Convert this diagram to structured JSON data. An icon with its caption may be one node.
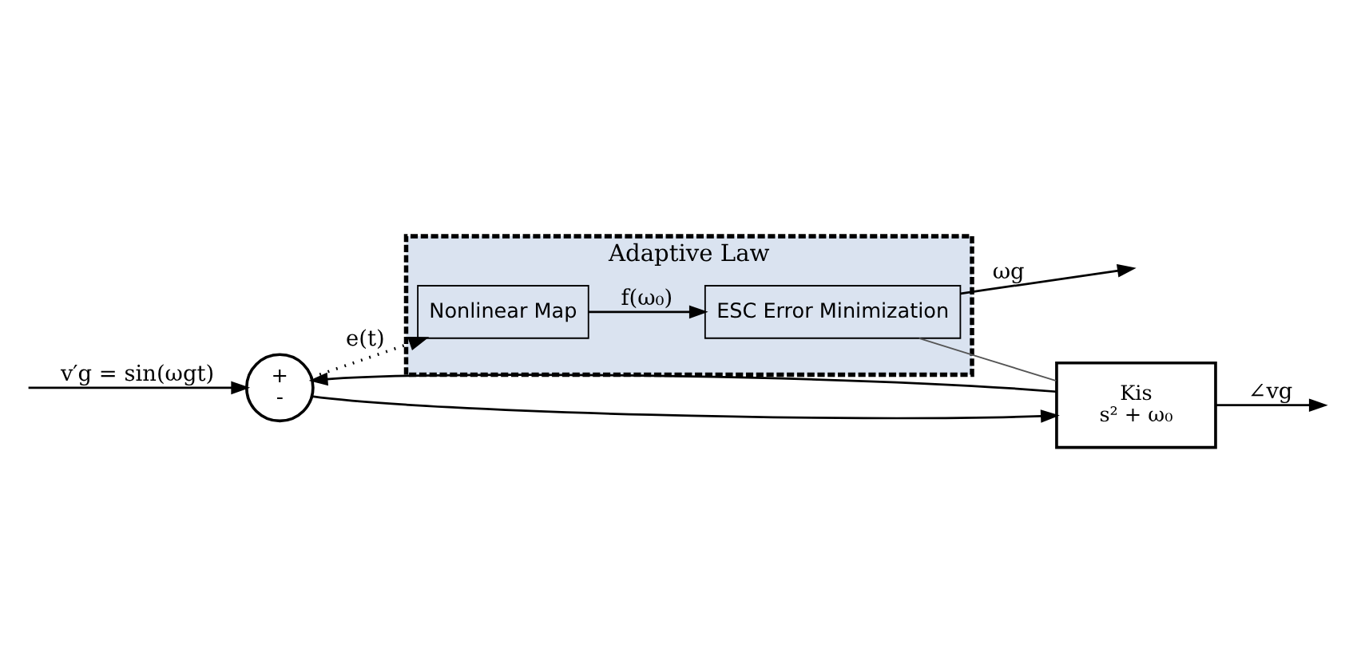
{
  "diagram": {
    "nodes": [
      {
        "text": [
          "+",
          "-"
        ]
      },
      {
        "text": [
          "Kis",
          "s² + ω₀"
        ]
      },
      {
        "text": [
          "Adaptive Law"
        ]
      },
      {
        "text": [
          "Nonlinear Map"
        ],
        "in": 2
      },
      {
        "text": [
          "ESC Error Minimization"
        ],
        "in": 2
      }
    ],
    "edges": [
      {
        "from": null,
        "to": 0,
        "arrow": "to",
        "label": "v′g = sin(ωgt)"
      },
      {
        "from": 0,
        "to": 1,
        "arrow": "to"
      },
      {
        "from": 1,
        "to": null,
        "arrow": "to",
        "label": "∠vg"
      },
      {
        "from": 1,
        "to": 0,
        "arrow": "to"
      },
      {
        "from": 0,
        "to": 3,
        "arrow": "to",
        "label": "e(t)",
        "style": "dashed"
      },
      {
        "from": 3,
        "to": 4,
        "arrow": "to",
        "label": "f(ω₀)"
      },
      {
        "from": 4,
        "to": null,
        "arrow": "to",
        "label": "ωg"
      },
      {
        "from": 4,
        "to": 1,
        "arrow": "none",
        "color": "#555555"
      }
    ]
  }
}
